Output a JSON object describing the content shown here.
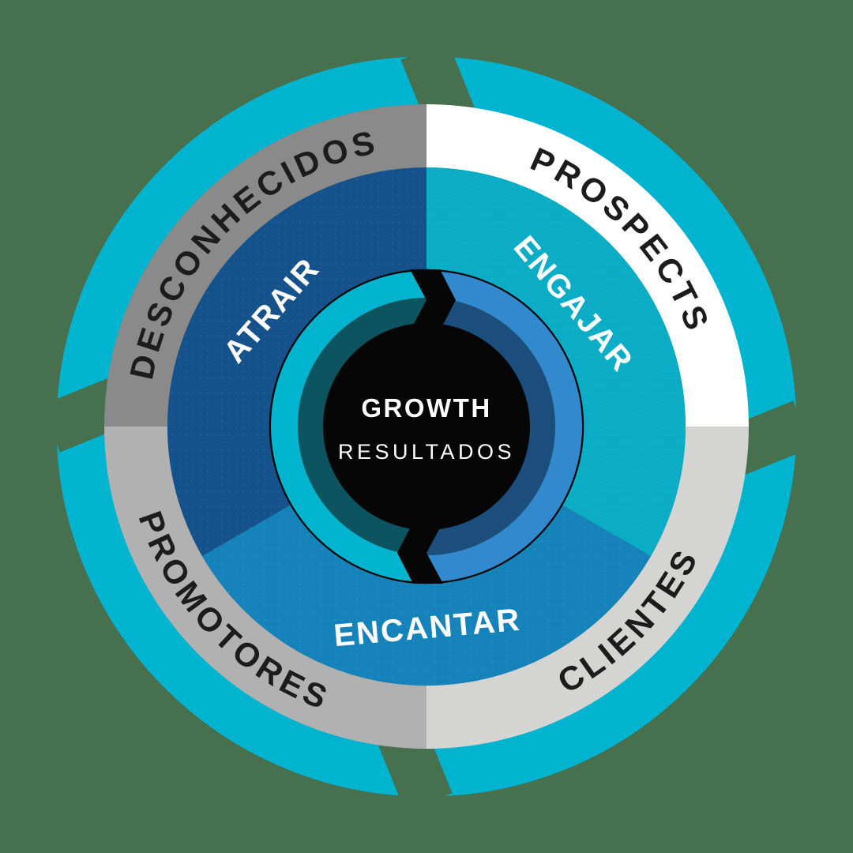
{
  "background_color": "#47704f",
  "wheel": {
    "center": {
      "title": "GROWTH",
      "subtitle": "RESULTADOS",
      "circle_color": "#060606",
      "text_color": "#ffffff"
    },
    "bolt_color": "#060606",
    "outer_ring": {
      "color": "#00b4cf"
    },
    "audience_ring": {
      "text_color": "#1c1c1c",
      "segments": [
        {
          "id": "desconhecidos",
          "label": "DESCONHECIDOS",
          "position": "top-left",
          "color": "#8a8a8a"
        },
        {
          "id": "prospects",
          "label": "PROSPECTS",
          "position": "top-right",
          "color": "#ffffff"
        },
        {
          "id": "clientes",
          "label": "CLIENTES",
          "position": "bottom-right",
          "color": "#d4d4d2"
        },
        {
          "id": "promotores",
          "label": "PROMOTORES",
          "position": "bottom-left",
          "color": "#b1b1b1"
        }
      ]
    },
    "stage_ring": {
      "text_color": "#ffffff",
      "segments": [
        {
          "id": "atrair",
          "label": "ATRAIR",
          "position": "top-left",
          "color": "#15528b"
        },
        {
          "id": "engajar",
          "label": "ENGAJAR",
          "position": "top-right",
          "color": "#0aadc5"
        },
        {
          "id": "encantar",
          "label": "ENCANTAR",
          "position": "bottom",
          "color": "#1583ba"
        }
      ]
    },
    "accent_ring": {
      "left_outer": "#00b4cf",
      "left_inner": "#0c5460",
      "right_outer": "#3389cd",
      "right_inner": "#1b4d7d",
      "outline_color": "#050505"
    }
  }
}
